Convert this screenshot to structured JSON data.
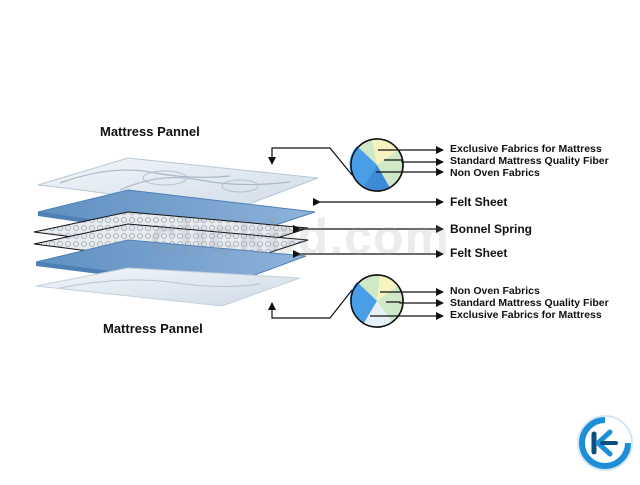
{
  "diagram": {
    "top_panel_title": "Mattress Pannel",
    "bottom_panel_title": "Mattress Pannel",
    "top_fabrics": [
      "Exclusive Fabrics for Mattress",
      "Standard Mattress Quality Fiber",
      "Non Oven Fabrics"
    ],
    "layers": [
      "Felt Sheet",
      "Bonnel Spring",
      "Felt Sheet"
    ],
    "bottom_fabrics": [
      "Non Oven Fabrics",
      "Standard Mattress Quality Fiber",
      "Exclusive Fabrics for Mattress"
    ]
  },
  "watermark": "clickbd.com",
  "logo": {
    "text": "CK",
    "colors": {
      "primary": "#1c8fd6",
      "dark": "#0d4f82"
    }
  },
  "colors": {
    "felt": "#6e9ccc",
    "felt_dark": "#4f80b5",
    "panel": "#dce6f0",
    "circle_blue": "#4a9ee8",
    "circle_yellow": "#f7f3c0",
    "circle_green": "#cfe8c6",
    "line": "#111111"
  }
}
